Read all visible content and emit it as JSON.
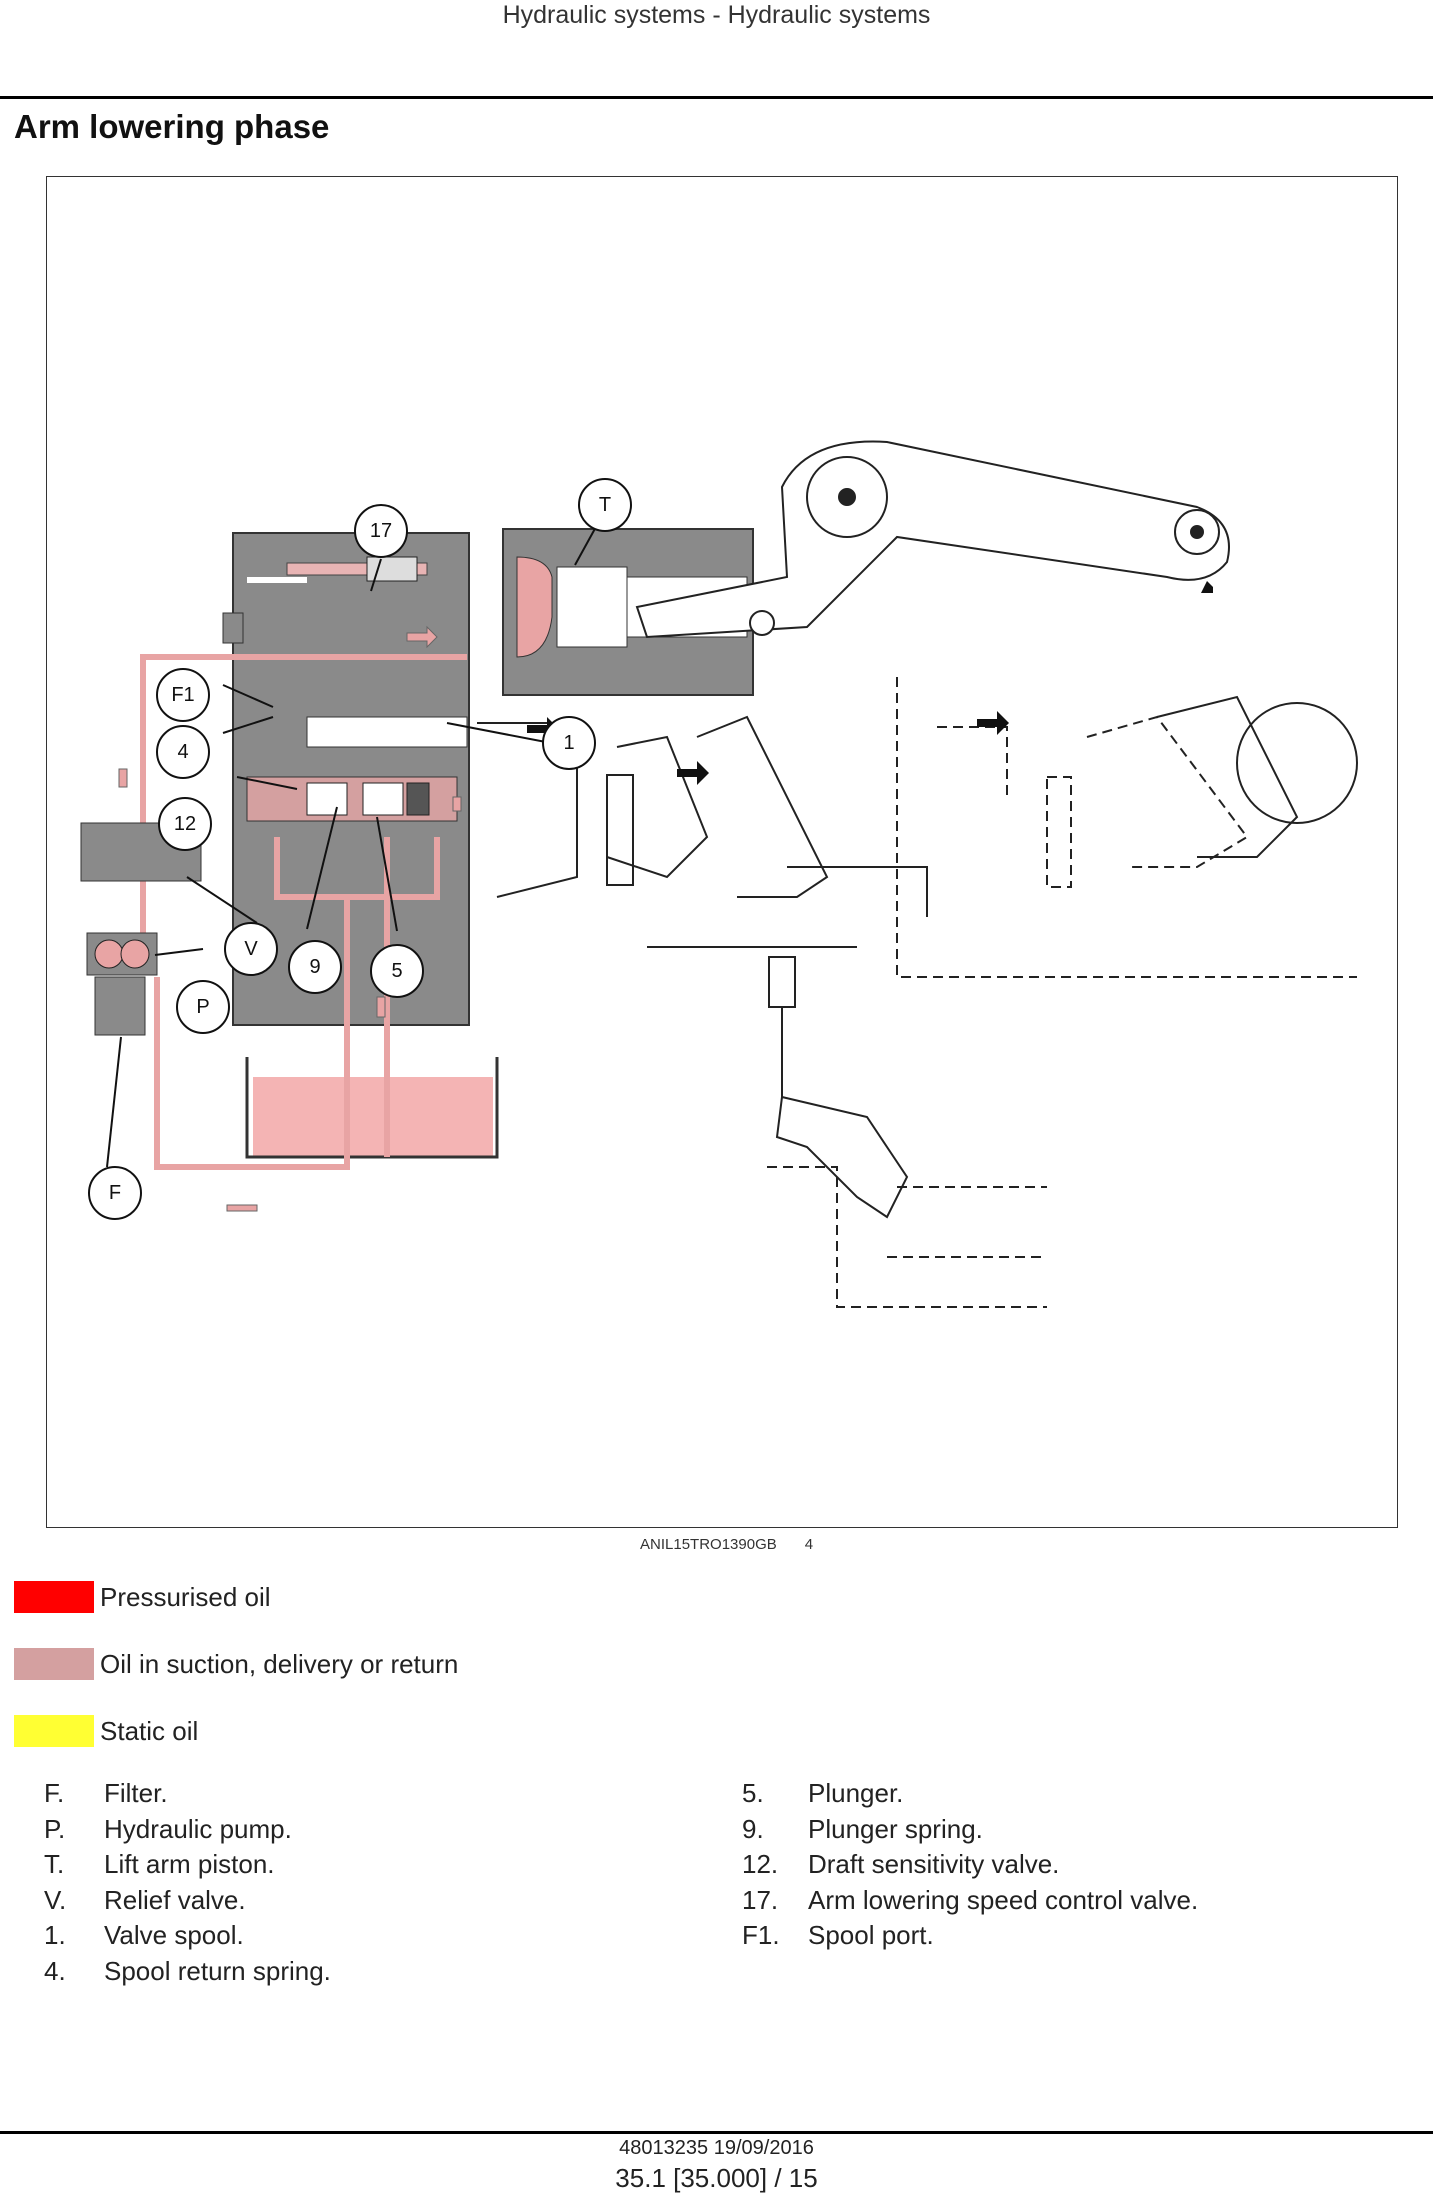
{
  "header": {
    "title": "Hydraulic systems - Hydraulic systems"
  },
  "section": {
    "title": "Arm lowering phase"
  },
  "figure": {
    "reference": "ANIL15TRO1390GB",
    "number": "4",
    "callouts": {
      "c17": "17",
      "cT": "T",
      "cF1": "F1",
      "c4": "4",
      "c1": "1",
      "c12": "12",
      "cV": "V",
      "c9": "9",
      "c5": "5",
      "cP": "P",
      "cF": "F"
    }
  },
  "legend": [
    {
      "label": "Pressurised oil",
      "color": "#ff0000"
    },
    {
      "label": "Oil in suction, delivery or return",
      "color": "#d4a0a0"
    },
    {
      "label": "Static oil",
      "color": "#ffff33"
    }
  ],
  "key_left": [
    {
      "id": "F.",
      "desc": "Filter."
    },
    {
      "id": "P.",
      "desc": "Hydraulic pump."
    },
    {
      "id": "T.",
      "desc": "Lift arm piston."
    },
    {
      "id": "V.",
      "desc": "Relief valve."
    },
    {
      "id": "1.",
      "desc": "Valve spool."
    },
    {
      "id": "4.",
      "desc": "Spool return spring."
    }
  ],
  "key_right": [
    {
      "id": "5.",
      "desc": "Plunger."
    },
    {
      "id": "9.",
      "desc": "Plunger spring."
    },
    {
      "id": "12.",
      "desc": "Draft sensitivity valve."
    },
    {
      "id": "17.",
      "desc": "Arm lowering speed control valve."
    },
    {
      "id": "F1.",
      "desc": "Spool port."
    }
  ],
  "footer": {
    "doc": "48013235 19/09/2016",
    "page": "35.1 [35.000] / 15"
  }
}
